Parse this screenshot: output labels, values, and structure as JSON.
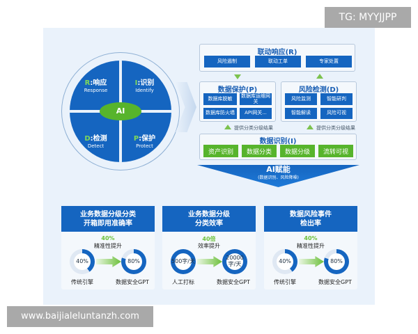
{
  "watermarks": {
    "top": "TG: MYYJJPP",
    "bottom": "www.baijialeluntanzh.com"
  },
  "cycle": {
    "center": "AI",
    "quadrants": [
      {
        "letter": "R",
        "cn": "响应",
        "en": "Response"
      },
      {
        "letter": "I",
        "cn": "识别",
        "en": "Identify"
      },
      {
        "letter": "D",
        "cn": "检测",
        "en": "Detect"
      },
      {
        "letter": "P",
        "cn": "保护",
        "en": "Protect"
      }
    ]
  },
  "framework": {
    "respond": {
      "title": "联动响应(R)",
      "items": [
        "风险遏制",
        "联动工单",
        "专家处置"
      ]
    },
    "protect": {
      "title": "数据保护(P)",
      "items": [
        "数据库脱敏",
        "数据库运维网关",
        "数据库防火墙",
        "API网关..."
      ]
    },
    "detect": {
      "title": "风险检测(D)",
      "items": [
        "风险监测",
        "智能研判",
        "智能解读",
        "风险可视"
      ]
    },
    "caption": "提供分类分级结果",
    "identify": {
      "title": "数据识别(I)",
      "items": [
        "资产识别",
        "数据分类",
        "数据分级",
        "流转可视"
      ]
    },
    "ai": {
      "title": "AI赋能",
      "subtitle": "(数据识别、风险降噪)"
    }
  },
  "cards": [
    {
      "title1": "业务数据分级分类",
      "title2": "开箱即用准确率",
      "gain": "40%",
      "gain_label": "精准性提升",
      "left_value": "40%",
      "left_fill": 0.4,
      "left_label": "传统引擎",
      "right_value": "80%",
      "right_fill": 0.8,
      "right_label": "数据安全GPT"
    },
    {
      "title1": "业务数据分级",
      "title2": "分类效率",
      "gain": "40倍",
      "gain_label": "效率提升",
      "left_value": "500字/天",
      "left_fill": 1,
      "left_label": "人工打标",
      "right_value": "20000字/天",
      "right_fill": 1,
      "right_label": "数据安全GPT"
    },
    {
      "title1": "数据风险事件",
      "title2": "检出率",
      "gain": "40%",
      "gain_label": "精准性提升",
      "left_value": "40%",
      "left_fill": 0.4,
      "left_label": "传统引擎",
      "right_value": "80%",
      "right_fill": 0.8,
      "right_label": "数据安全GPT"
    }
  ],
  "colors": {
    "blue": "#1565c0",
    "green": "#57b42c",
    "panel": "#eaf2fb"
  }
}
